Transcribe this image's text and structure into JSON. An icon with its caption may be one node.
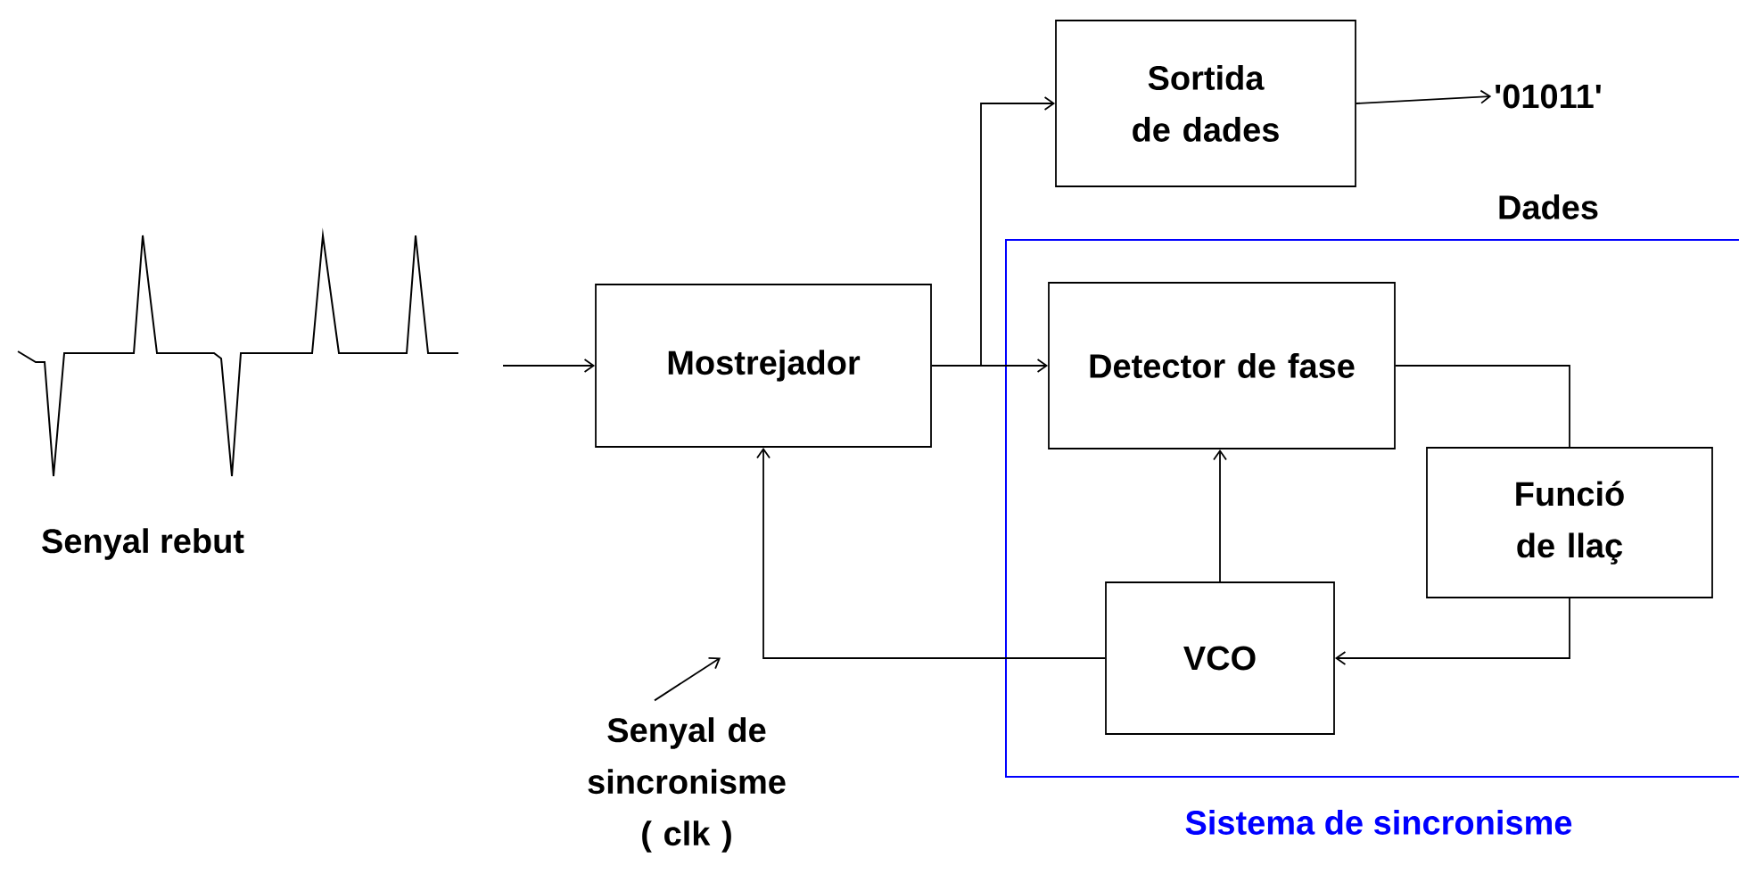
{
  "diagram": {
    "nodes": [
      {
        "text": [
          "Senyal rebut"
        ]
      },
      {
        "text": [
          "Mostrejador"
        ]
      },
      {
        "text": [
          "Sortida de dades"
        ]
      },
      {
        "text": [
          "'01011'",
          "Dades"
        ]
      },
      {
        "text": [
          "Sistema de sincronisme"
        ]
      },
      {
        "text": [
          "Detector de fase"
        ],
        "in": 4
      },
      {
        "text": [
          "Funció de llaç"
        ],
        "in": 4
      },
      {
        "text": [
          "VCO"
        ],
        "in": 4
      },
      {
        "text": [
          "Senyal de sincronisme ( clk )"
        ]
      }
    ],
    "edges": [
      {
        "from": 0,
        "to": 1,
        "arrow": "to"
      },
      {
        "from": 1,
        "to": 2,
        "arrow": "to"
      },
      {
        "from": 1,
        "to": 5,
        "arrow": "to"
      },
      {
        "from": 2,
        "to": 3,
        "arrow": "to"
      },
      {
        "from": 5,
        "to": 6,
        "arrow": "none"
      },
      {
        "from": 6,
        "to": 7,
        "arrow": "to"
      },
      {
        "from": 7,
        "to": 5,
        "arrow": "to"
      },
      {
        "from": 7,
        "to": 1,
        "arrow": "to"
      },
      {
        "from": 8,
        "to": null,
        "arrow": "to"
      }
    ]
  }
}
